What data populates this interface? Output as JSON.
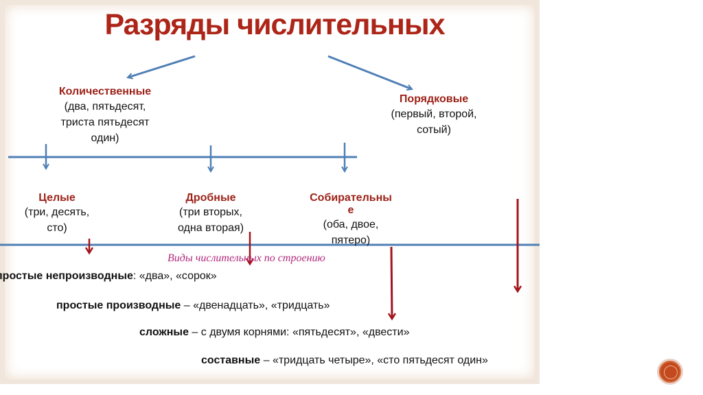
{
  "title": "Разряды числительных",
  "quantitative": {
    "heading": "Количественные",
    "examples": [
      "(два, пятьдесят,",
      "триста пятьдесят",
      "один)"
    ]
  },
  "ordinal": {
    "heading": "Порядковые",
    "examples": [
      "(первый, второй,",
      "сотый)"
    ]
  },
  "whole": {
    "heading": "Целые",
    "examples": [
      "(три, десять,",
      "сто)"
    ]
  },
  "fractional": {
    "heading": "Дробные",
    "examples": [
      "(три вторых,",
      "одна вторая)"
    ]
  },
  "collective": {
    "heading_lines": [
      "Собирательны",
      "е"
    ],
    "examples": [
      "(оба, двое,",
      "пятеро)"
    ]
  },
  "structure_subtitle": "Виды числительных по строению",
  "structure_types": [
    {
      "term": "простые непроизводные",
      "rest": ": «два», «сорок»"
    },
    {
      "term": "простые производные",
      "rest": " – «двенадцать», «тридцать»"
    },
    {
      "term": "сложные",
      "rest": " – с двумя корнями: «пятьдесят», «двести»"
    },
    {
      "term": "составные",
      "rest": " – «тридцать четыре», «сто пятьдесят один»"
    }
  ],
  "colors": {
    "title": "#ad2518",
    "heading": "#9c2218",
    "blue_arrow": "#4f7fb5",
    "red_arrow": "#a3141c",
    "subtitle": "#b02a7c"
  },
  "icons": {
    "nav": "orange-circle-button-icon"
  }
}
